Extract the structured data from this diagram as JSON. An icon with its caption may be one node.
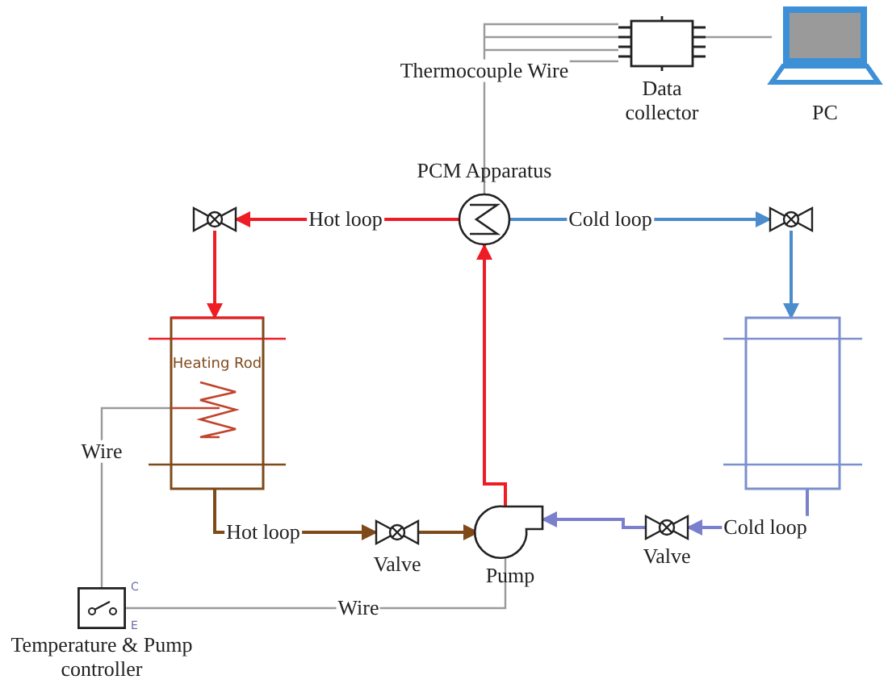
{
  "diagram": {
    "nodes": [
      {
        "text": [
          "Data collector"
        ]
      },
      {
        "text": [
          "PC"
        ]
      },
      {
        "text": [
          "PCM Apparatus"
        ]
      },
      {
        "text": [],
        "shape": "valve"
      },
      {
        "text": [],
        "shape": "valve"
      },
      {
        "text": [
          "Heating Rod"
        ]
      },
      {
        "text": [],
        "shape": "box"
      },
      {
        "text": [
          "Valve"
        ]
      },
      {
        "text": [
          "Pump"
        ]
      },
      {
        "text": [
          "Valve"
        ]
      },
      {
        "text": [
          "Temperature & Pump controller"
        ]
      }
    ],
    "edges": [
      {
        "from": 2,
        "to": 0,
        "arrow": "none",
        "label": "Thermocouple Wire"
      },
      {
        "from": 0,
        "to": 1,
        "arrow": "none"
      },
      {
        "from": 2,
        "to": 3,
        "arrow": "to",
        "label": "Hot loop",
        "color": "#ee1c25"
      },
      {
        "from": 3,
        "to": 5,
        "arrow": "to",
        "color": "#ee1c25"
      },
      {
        "from": 5,
        "to": 7,
        "arrow": "to",
        "label": "Hot loop",
        "color": "#7f4a1a"
      },
      {
        "from": 7,
        "to": 8,
        "arrow": "to",
        "color": "#7f4a1a"
      },
      {
        "from": 8,
        "to": 2,
        "arrow": "to",
        "color": "#ee1c25"
      },
      {
        "from": 2,
        "to": 4,
        "arrow": "to",
        "label": "Cold loop",
        "color": "#4a8ccc"
      },
      {
        "from": 4,
        "to": 6,
        "arrow": "to",
        "color": "#4a8ccc"
      },
      {
        "from": 6,
        "to": 9,
        "arrow": "to",
        "label": "Cold loop",
        "color": "#7b80cc"
      },
      {
        "from": 9,
        "to": 8,
        "arrow": "to",
        "color": "#7b80cc"
      },
      {
        "from": 10,
        "to": 5,
        "arrow": "none",
        "label": "Wire"
      },
      {
        "from": 10,
        "to": 8,
        "arrow": "none",
        "label": "Wire"
      }
    ],
    "labels": [
      "C",
      "E"
    ]
  }
}
